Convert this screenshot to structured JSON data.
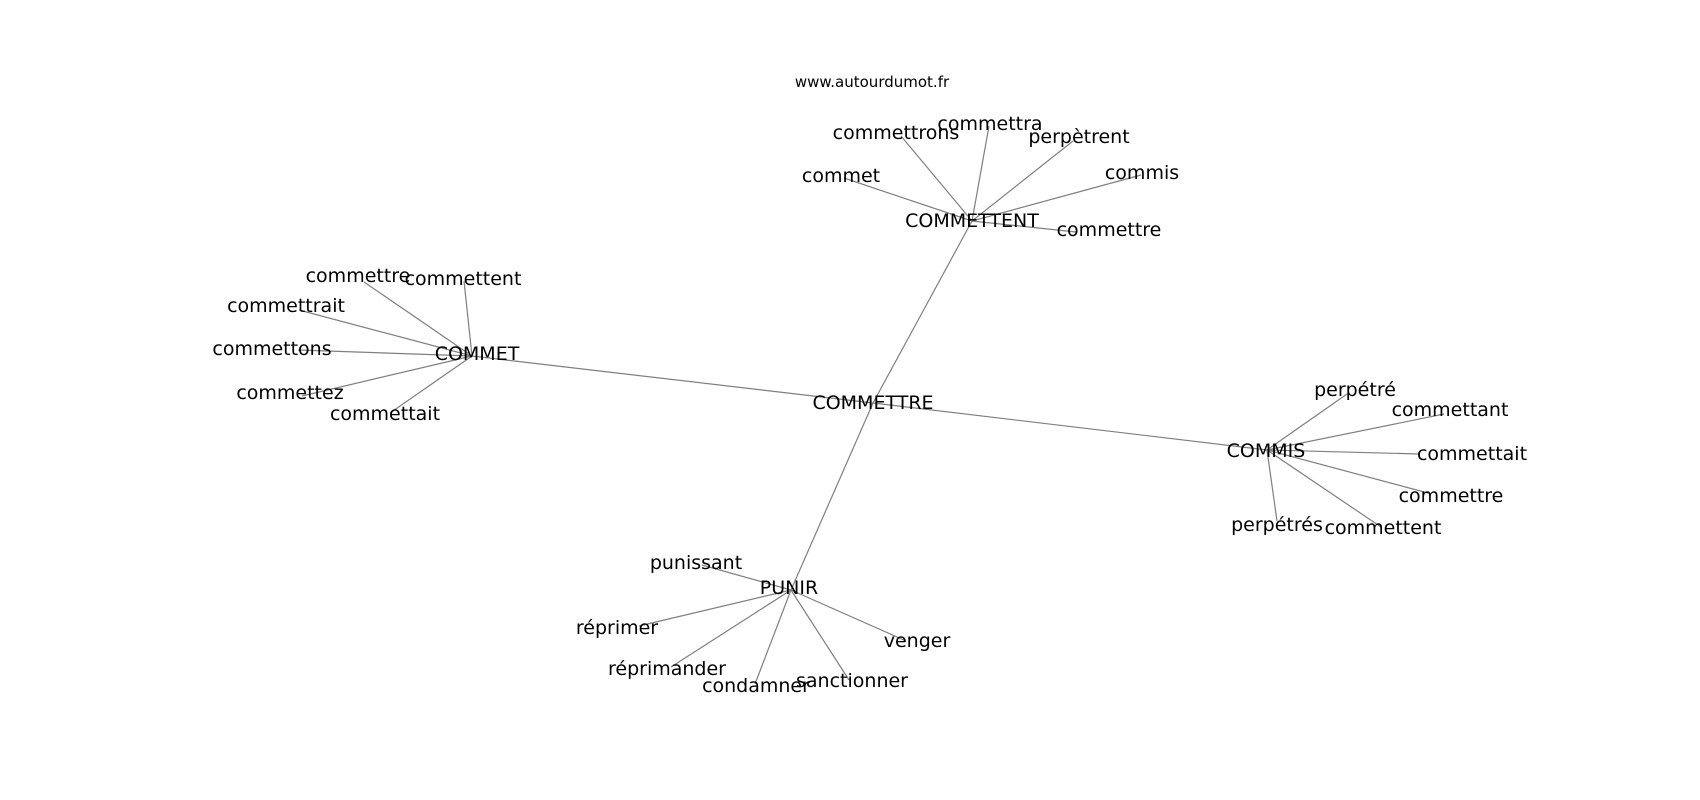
{
  "source_label": "www.autourdumot.fr",
  "center": {
    "label": "COMMETTRE"
  },
  "clusters": [
    {
      "label": "COMMETTENT",
      "leaves": [
        "commettra",
        "commettrons",
        "perpètrent",
        "commis",
        "commet",
        "commettre"
      ]
    },
    {
      "label": "COMMET",
      "leaves": [
        "commettre",
        "commettent",
        "commettrait",
        "commettons",
        "commettez",
        "commettait"
      ]
    },
    {
      "label": "COMMIS",
      "leaves": [
        "perpétré",
        "commettant",
        "commettait",
        "commettre",
        "perpétrés",
        "commettent"
      ]
    },
    {
      "label": "PUNIR",
      "leaves": [
        "punissant",
        "réprimer",
        "réprimander",
        "condamner",
        "sanctionner",
        "venger"
      ]
    }
  ],
  "colors": {
    "background": "#ffffff",
    "edge": "#7f7f7f",
    "text": "#000000"
  }
}
